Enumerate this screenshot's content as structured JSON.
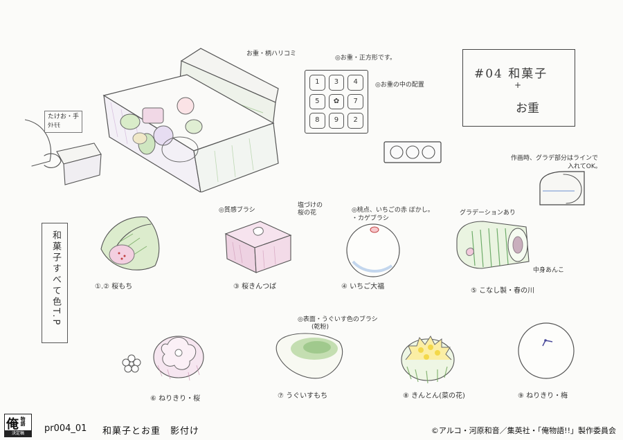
{
  "title_card": {
    "line1": "#04 和菓子",
    "plus": "+",
    "line2": "お重"
  },
  "notes": {
    "box_lid": "お重・柄ハリコミ",
    "box_square": "◎お重・正方形です。",
    "layout": "◎お重の中の配置",
    "hand": "たけお・手",
    "hand2": "ﾀﾄﾓﾓ",
    "cross_section": "作画時、グラデ部分はラインで",
    "cross_section2": "入れてOK。",
    "texture_brush": "◎質感ブラシ",
    "sakura_flower": "塩づけの桜の花",
    "strawberry": "◎桃点、いちごの赤 ぼかし。",
    "strawberry2": "・カゲブラシ",
    "gradation": "グラデーションあり",
    "bean_paste": "中身あんこ",
    "uguisu_surface": "◎表面・うぐいす色のブラシ",
    "uguisu_surface2": "(乾粉)"
  },
  "side_label": "和菓子すべて色T.P",
  "tray_numbers": [
    "1",
    "3",
    "4",
    "5",
    "✿",
    "7",
    "8",
    "9",
    "2"
  ],
  "items": [
    {
      "caption": "①.② 桜もち"
    },
    {
      "caption": "③ 桜きんつば"
    },
    {
      "caption": "④ いちご大福"
    },
    {
      "caption": "⑤ こなし製・春の川"
    },
    {
      "caption": "⑥ ねりきり・桜"
    },
    {
      "caption": "⑦ うぐいすもち"
    },
    {
      "caption": "⑧ きんとん(菜の花)"
    },
    {
      "caption": "⑨ ねりきり・梅"
    }
  ],
  "footer": {
    "logo_big": "俺",
    "logo_small": "物語",
    "logo_tag": "決定稿",
    "code": "pr004_01",
    "title": "和菓子とお重　影付け",
    "copyright": "©アルコ・河原和音／集英社・「俺物語!!」製作委員会"
  }
}
